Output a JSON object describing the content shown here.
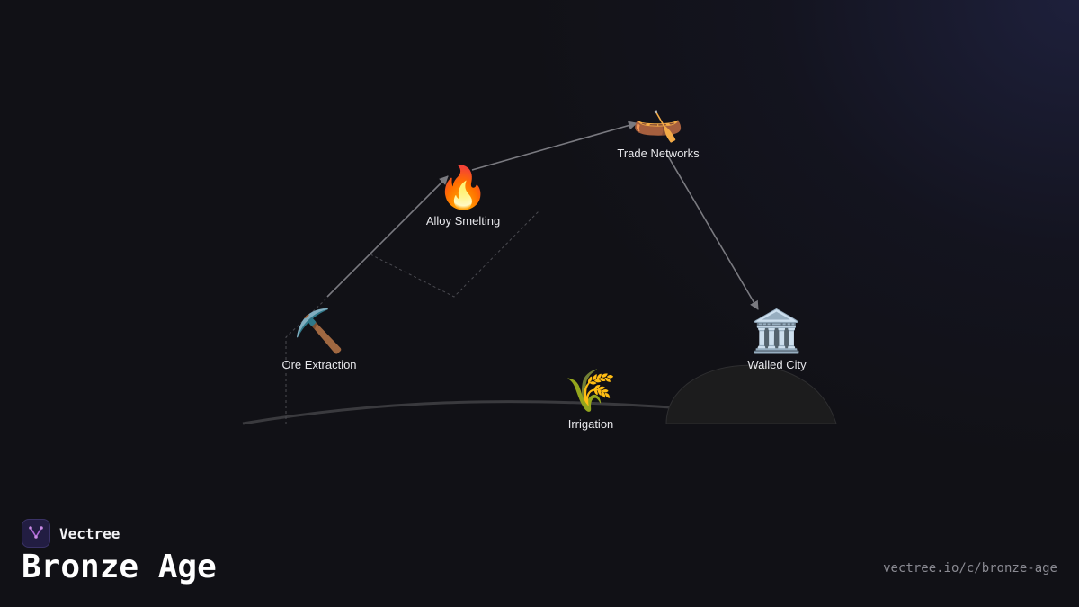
{
  "brand": {
    "name": "Vectree",
    "logo_icon": "branching-tree-icon",
    "accent": "#b06ad8"
  },
  "page": {
    "title": "Bronze Age",
    "url": "vectree.io/c/bronze-age"
  },
  "nodes": [
    {
      "id": "ore",
      "label": "Ore Extraction",
      "icon": "pickaxe-icon",
      "glyph": "⛏️"
    },
    {
      "id": "alloy",
      "label": "Alloy Smelting",
      "icon": "fire-icon",
      "glyph": "🔥"
    },
    {
      "id": "trade",
      "label": "Trade Networks",
      "icon": "canoe-icon",
      "glyph": "🛶"
    },
    {
      "id": "city",
      "label": "Walled City",
      "icon": "classical-building-icon",
      "glyph": "🏛️"
    },
    {
      "id": "irrigation",
      "label": "Irrigation",
      "icon": "sheaf-of-rice-icon",
      "glyph": "🌾"
    }
  ],
  "edges": [
    {
      "from": "ore",
      "to": "alloy"
    },
    {
      "from": "alloy",
      "to": "trade"
    },
    {
      "from": "trade",
      "to": "city"
    }
  ],
  "colors": {
    "background": "#111116",
    "edge": "#7a7a80",
    "label": "#e8e8ec"
  }
}
